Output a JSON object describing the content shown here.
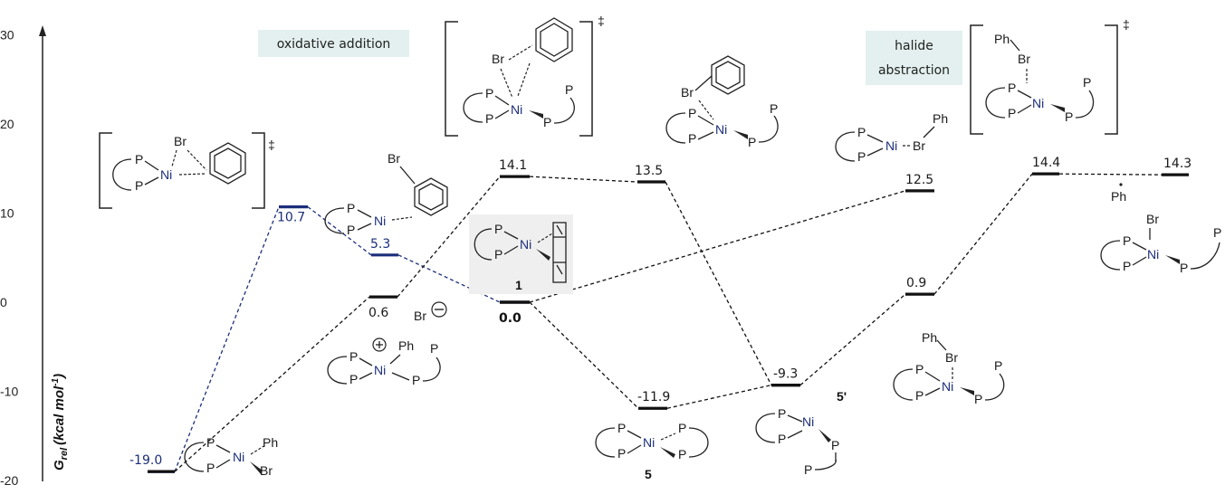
{
  "axis": {
    "ylabel_main": "G",
    "ylabel_sub": "rel",
    "ylabel_unit": "(kcal mol",
    "ylabel_exp": "-1",
    "ylabel_close": ")",
    "ticks": [
      "30",
      "20",
      "10",
      "0",
      "-10",
      "-20"
    ]
  },
  "annotations": {
    "oxidative_addition": "oxidative addition",
    "halide_line1": "halide",
    "halide_line2": "abstraction",
    "dagger": "‡"
  },
  "compounds": {
    "c1": "1",
    "c5": "5",
    "c5p": "5'"
  },
  "atoms": {
    "P": "P",
    "Ni": "Ni",
    "Br": "Br",
    "Ph": "Ph",
    "plus": "⊕",
    "minus": "⊖",
    "br_anion": "Br",
    "radical_dot": "·"
  },
  "colors": {
    "blue_path": "#1c2e7a",
    "black_path": "#111111",
    "box_fill": "#e3f0ef",
    "compound_box": "#efefef"
  },
  "chart_data": {
    "type": "energy_profile",
    "ylim": [
      -20,
      30
    ],
    "yticks": [
      30,
      20,
      10,
      0,
      -10,
      -20
    ],
    "series": [
      {
        "color": "#1c2e7a",
        "levels": [
          {
            "label": "-19.0",
            "value": -19.0
          },
          {
            "label": "10.7",
            "value": 10.7
          },
          {
            "label": "5.3",
            "value": 5.3
          },
          {
            "label": "0.0",
            "value": 0.0
          }
        ]
      },
      {
        "color": "#111111",
        "levels": [
          {
            "label": "-19.0",
            "value": -19.0
          },
          {
            "label": "0.6",
            "value": 0.6
          },
          {
            "label": "14.1",
            "value": 14.1
          },
          {
            "label": "13.5",
            "value": 13.5
          },
          {
            "label": "-9.3",
            "value": -9.3
          },
          {
            "label": "0.9",
            "value": 0.9
          },
          {
            "label": "14.4",
            "value": 14.4
          },
          {
            "label": "14.3",
            "value": 14.3
          }
        ]
      },
      {
        "color": "#111111",
        "levels": [
          {
            "label": "0.0",
            "value": 0.0
          },
          {
            "label": "-11.9",
            "value": -11.9
          },
          {
            "label": "-9.3",
            "value": -9.3
          }
        ]
      },
      {
        "color": "#111111",
        "levels": [
          {
            "label": "0.0",
            "value": 0.0
          },
          {
            "label": "12.5",
            "value": 12.5
          }
        ]
      }
    ]
  }
}
